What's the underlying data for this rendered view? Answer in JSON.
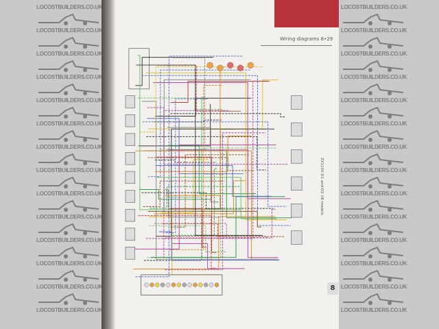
{
  "watermark": {
    "text": "LOCOSTBUILDERS.CO.UK",
    "color": "#7d7d7d"
  },
  "page": {
    "header": "Wiring diagrams 8•29",
    "side_caption": "ZX1100 D1 and D2 UK models",
    "page_number": "8",
    "accent_color": "#b8323a"
  }
}
